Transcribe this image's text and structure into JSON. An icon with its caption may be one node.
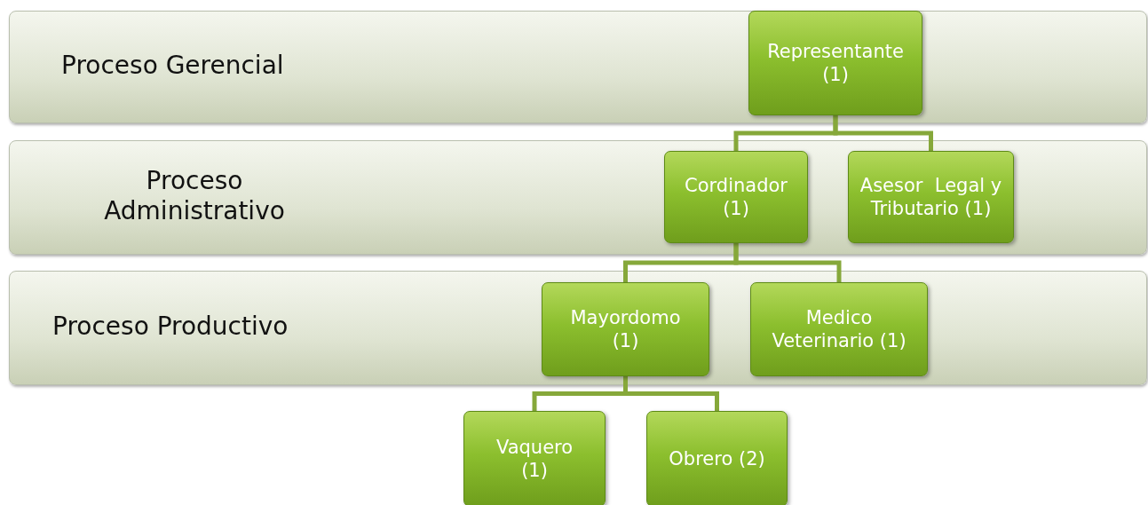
{
  "diagram": {
    "nodes": [
      {
        "text": [
          "Proceso Gerencial"
        ]
      },
      {
        "text": [
          "Representante (1)"
        ],
        "in": 0
      },
      {
        "text": [
          "Proceso Administrativo"
        ]
      },
      {
        "text": [
          "Cordinador (1)"
        ],
        "in": 2
      },
      {
        "text": [
          "Asesor  Legal y Tributario (1)"
        ],
        "in": 2
      },
      {
        "text": [
          "Proceso Productivo"
        ]
      },
      {
        "text": [
          "Mayordomo (1)"
        ],
        "in": 5
      },
      {
        "text": [
          "Medico Veterinario (1)"
        ],
        "in": 5
      },
      {
        "text": [
          "Vaquero (1)"
        ]
      },
      {
        "text": [
          "Obrero (2)"
        ]
      }
    ],
    "edges": [
      {
        "from": 1,
        "to": 3,
        "arrow": "none"
      },
      {
        "from": 1,
        "to": 4,
        "arrow": "none"
      },
      {
        "from": 3,
        "to": 6,
        "arrow": "none"
      },
      {
        "from": 3,
        "to": 7,
        "arrow": "none"
      },
      {
        "from": 6,
        "to": 8,
        "arrow": "none"
      },
      {
        "from": 6,
        "to": 9,
        "arrow": "none"
      }
    ]
  }
}
